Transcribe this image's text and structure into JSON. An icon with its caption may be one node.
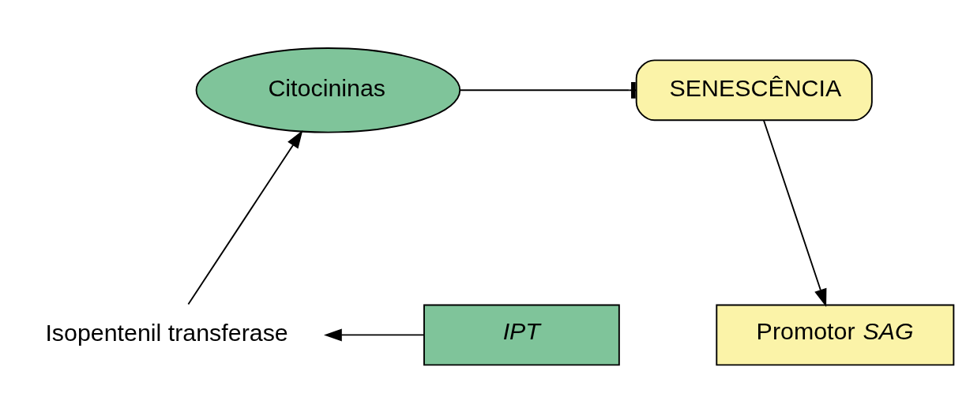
{
  "diagram": {
    "nodes": [
      {
        "text": [
          "SENESCÊNCIA"
        ]
      },
      {
        "text": [
          "Citocininas"
        ]
      },
      {
        "text": [
          "Promotor *SAG*"
        ]
      },
      {
        "text": [
          "IPT"
        ]
      },
      {
        "text": [
          "Isopentenil transferase"
        ]
      }
    ],
    "edges": [
      {
        "from": 1,
        "to": 0,
        "arrow": "other"
      },
      {
        "from": 0,
        "to": 2,
        "arrow": "to"
      },
      {
        "from": 3,
        "to": 4,
        "arrow": "to"
      },
      {
        "from": 4,
        "to": 1,
        "arrow": "to"
      }
    ]
  }
}
